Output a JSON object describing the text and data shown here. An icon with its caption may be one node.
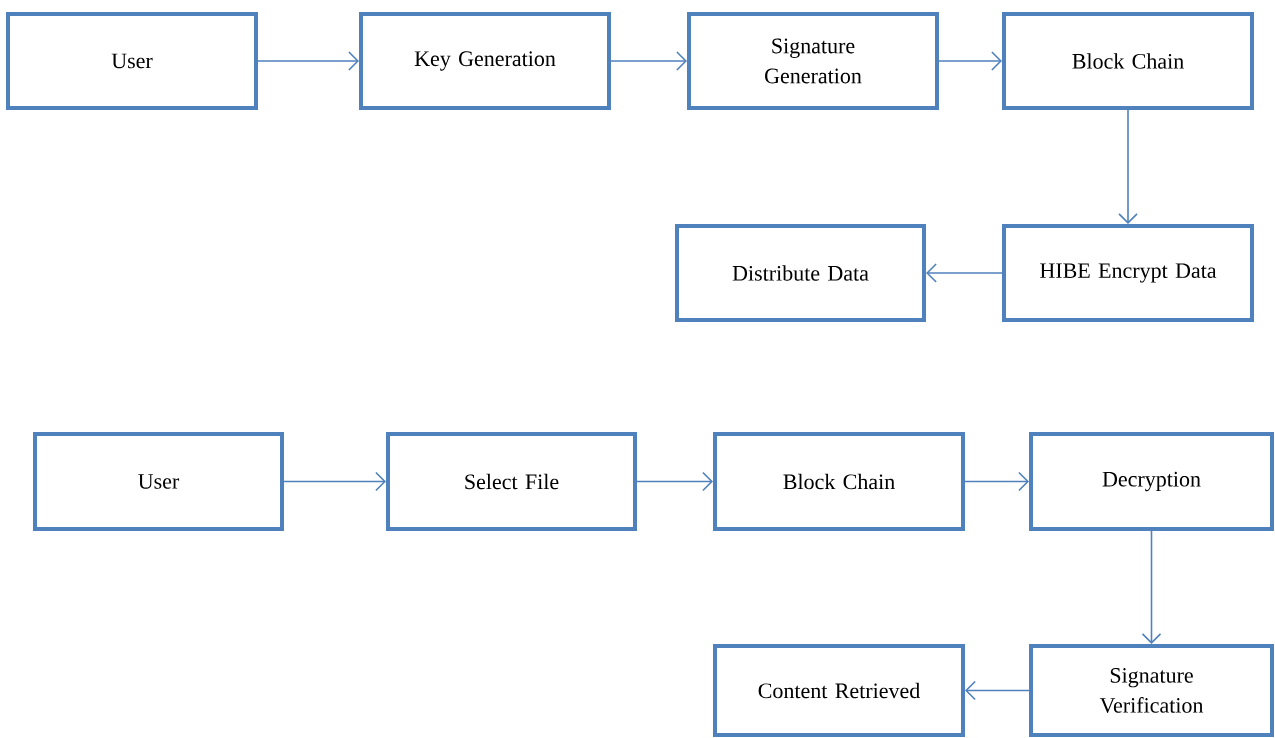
{
  "diagram": {
    "nodes": [
      {
        "text": [
          "User"
        ]
      },
      {
        "text": [
          "Key Generation"
        ]
      },
      {
        "text": [
          "Signature Generation"
        ]
      },
      {
        "text": [
          "Block Chain"
        ]
      },
      {
        "text": [
          "HIBE Encrypt Data"
        ]
      },
      {
        "text": [
          "Distribute Data"
        ]
      },
      {
        "text": [
          "User"
        ]
      },
      {
        "text": [
          "Select File"
        ]
      },
      {
        "text": [
          "Block Chain"
        ]
      },
      {
        "text": [
          "Decryption"
        ]
      },
      {
        "text": [
          "Signature Verification"
        ]
      },
      {
        "text": [
          "Content Retrieved"
        ]
      }
    ],
    "edges": [
      {
        "from": 0,
        "to": 1,
        "arrow": "to"
      },
      {
        "from": 1,
        "to": 2,
        "arrow": "to"
      },
      {
        "from": 2,
        "to": 3,
        "arrow": "to"
      },
      {
        "from": 3,
        "to": 4,
        "arrow": "to"
      },
      {
        "from": 4,
        "to": 5,
        "arrow": "to"
      },
      {
        "from": 6,
        "to": 7,
        "arrow": "to"
      },
      {
        "from": 7,
        "to": 8,
        "arrow": "to"
      },
      {
        "from": 8,
        "to": 9,
        "arrow": "to"
      },
      {
        "from": 9,
        "to": 10,
        "arrow": "to"
      },
      {
        "from": 10,
        "to": 11,
        "arrow": "to"
      }
    ]
  }
}
